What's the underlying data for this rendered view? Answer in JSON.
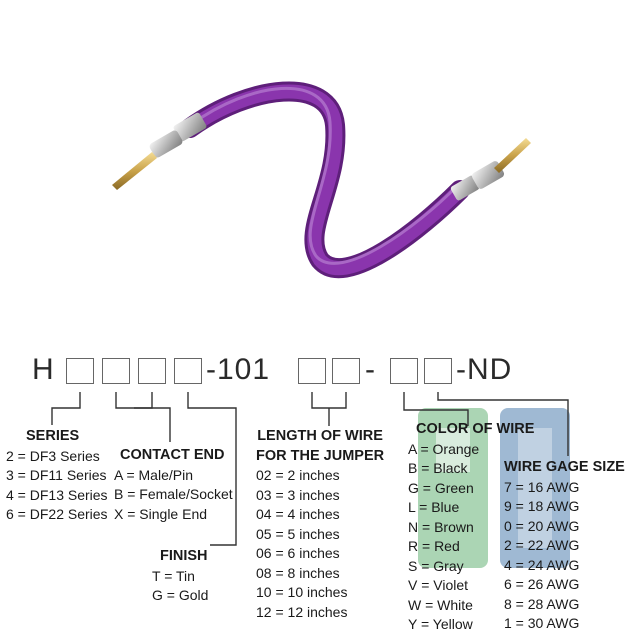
{
  "part_number": {
    "prefix": "H",
    "middle": "-101",
    "suffix": "-ND"
  },
  "series": {
    "heading": "SERIES",
    "items": [
      "2 = DF3 Series",
      "3 = DF11 Series",
      "4 = DF13 Series",
      "6 = DF22 Series"
    ]
  },
  "contact_end": {
    "heading": "CONTACT END",
    "items": [
      "A = Male/Pin",
      "B = Female/Socket",
      "X = Single End"
    ]
  },
  "finish": {
    "heading": "FINISH",
    "items": [
      "T = Tin",
      "G = Gold"
    ]
  },
  "length": {
    "heading_line1": "LENGTH OF WIRE",
    "heading_line2": "FOR THE JUMPER",
    "items": [
      "02 = 2 inches",
      "03 = 3 inches",
      "04 = 4 inches",
      "05 = 5 inches",
      "06 = 6 inches",
      "08 = 8 inches",
      "10 = 10 inches",
      "12 = 12 inches"
    ]
  },
  "color": {
    "heading": "COLOR OF WIRE",
    "items": [
      "A = Orange",
      "B = Black",
      "G = Green",
      "L = Blue",
      "N = Brown",
      "R = Red",
      "S = Gray",
      "V = Violet",
      "W = White",
      "Y = Yellow"
    ]
  },
  "gage": {
    "heading": "WIRE GAGE SIZE",
    "items": [
      "7 = 16 AWG",
      "9 = 18 AWG",
      "0 = 20 AWG",
      "2 = 22 AWG",
      "4 = 24 AWG",
      "6 = 26 AWG",
      "8 = 28 AWG",
      "1 = 30 AWG"
    ]
  },
  "colors": {
    "wire": "#7b2d9a",
    "pin": "#c9a24a",
    "watermark_green": "#8fc79b",
    "watermark_blue": "#7fa2c4"
  }
}
